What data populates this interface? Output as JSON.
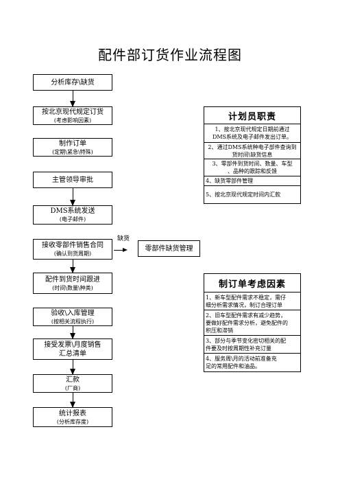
{
  "title": "配件部订货作业流程图",
  "flow": [
    {
      "main": "分析库存\\缺货",
      "sub": ""
    },
    {
      "main": "按北京现代规定订货",
      "sub": "(考虑影响因素)"
    },
    {
      "main": "制作订单",
      "sub": "(定期\\紧急\\特殊)"
    },
    {
      "main": "主管领导审批",
      "sub": ""
    },
    {
      "main": "DMS系统发送",
      "sub": "(电子邮件)"
    },
    {
      "main": "接收零部件销售合同",
      "sub": "(确认到货周期)"
    },
    {
      "main": "配件到货时间跟进",
      "sub": "(时间\\数量\\种类)"
    },
    {
      "main": "验收\\入库管理",
      "sub": "(按相关流程执行)"
    },
    {
      "main": "接受发票\\月度销售",
      "sub": "汇总清单"
    },
    {
      "main": "汇款",
      "sub": "(厂商)"
    },
    {
      "main": "统计报表",
      "sub": "(分析库存度)"
    }
  ],
  "side_flow": {
    "label": "缺货",
    "box": "零部件缺货管理"
  },
  "planner_panel": {
    "header": "计划员职责",
    "rows": [
      [
        "1、按北京现代规定日期前通过",
        "DMS系统及电子邮件发出订单。"
      ],
      [
        "2、通过DMS系统种电子部件查询到",
        "货时间\\缺货信息"
      ],
      [
        "3、零部件到货时间、数量、车型",
        "、品种的跟踪和反馈"
      ],
      [
        "4、缺货零部件管理"
      ],
      [
        "5、按北京现代规定时间内汇款"
      ]
    ]
  },
  "order_panel": {
    "header": "制订单考虑因素",
    "rows": [
      [
        "1、新车型配件需求不稳定，需仔",
        "细分析需求情况，制订合理订单"
      ],
      [
        "2、旧车型配件需求有减少趋势，",
        "要做好配件需求分析，避免配件的",
        "积压和滞销"
      ],
      [
        "3、部分与季节变化密切相关的配",
        "件要及时按周期性补充订量"
      ],
      [
        "4、服务周\\月的活动前准备充",
        "足的常用配件和油品。"
      ]
    ]
  }
}
